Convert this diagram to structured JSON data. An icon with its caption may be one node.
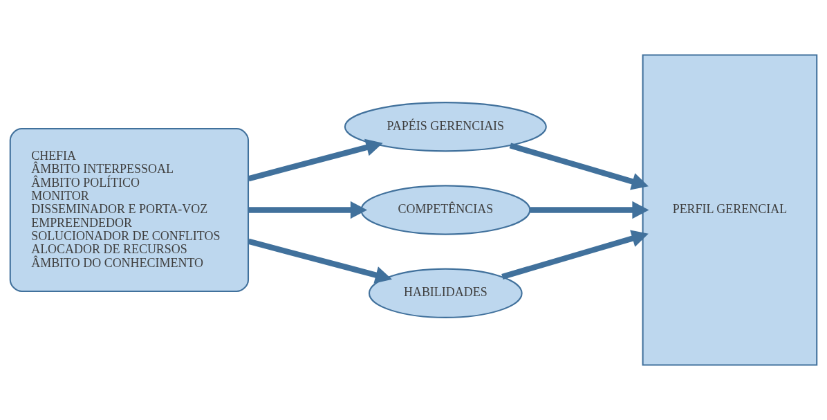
{
  "diagram": {
    "nodes": [
      {
        "text": [
          "CHEFIA",
          "ÂMBITO INTERPESSOAL",
          "ÂMBITO POLÍTICO",
          "MONITOR",
          "DISSEMINADOR E PORTA-VOZ",
          "EMPREENDEDOR",
          "SOLUCIONADOR DE CONFLITOS",
          "ALOCADOR DE RECURSOS",
          "ÂMBITO DO CONHECIMENTO"
        ]
      },
      {
        "text": [
          "PAPÉIS GERENCIAIS"
        ]
      },
      {
        "text": [
          "COMPETÊNCIAS"
        ]
      },
      {
        "text": [
          "HABILIDADES"
        ]
      },
      {
        "text": [
          "PERFIL GERENCIAL"
        ]
      }
    ],
    "edges": [
      {
        "from": 0,
        "to": 1,
        "arrow": "to"
      },
      {
        "from": 0,
        "to": 2,
        "arrow": "to"
      },
      {
        "from": 0,
        "to": 3,
        "arrow": "to"
      },
      {
        "from": 1,
        "to": 4,
        "arrow": "to"
      },
      {
        "from": 2,
        "to": 4,
        "arrow": "to"
      },
      {
        "from": 3,
        "to": 4,
        "arrow": "to"
      }
    ]
  }
}
